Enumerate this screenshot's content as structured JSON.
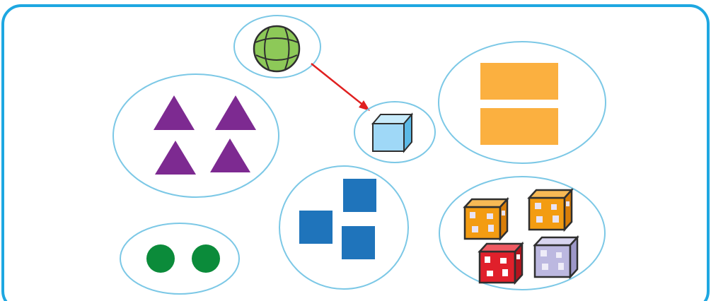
{
  "colors": {
    "frame": "#1ea7e1",
    "group_outline": "#7cc8e6",
    "sphere": "#8dc958",
    "arrow": "#e02020",
    "cube_light_blue": "#9fd8f7",
    "triangle": "#7d2a91",
    "rectangle": "#fbb040",
    "square": "#1f74bb",
    "circle": "#0b8b3a",
    "dice_orange": "#f39c12",
    "dice_red": "#e0202b",
    "dice_lavender": "#bcb8e0"
  },
  "groups": [
    {
      "id": "sphere-group",
      "shape": "sphere",
      "count": 1
    },
    {
      "id": "triangle-group",
      "shape": "triangle",
      "count": 4
    },
    {
      "id": "cube-group",
      "shape": "cube",
      "count": 1
    },
    {
      "id": "rectangle-group",
      "shape": "rectangle",
      "count": 2
    },
    {
      "id": "square-group",
      "shape": "square",
      "count": 3
    },
    {
      "id": "circle-group",
      "shape": "circle",
      "count": 2
    },
    {
      "id": "dice-group",
      "shape": "patterned-cube",
      "count": 4
    }
  ],
  "arrow": {
    "from": "sphere-group",
    "to": "cube-group"
  }
}
